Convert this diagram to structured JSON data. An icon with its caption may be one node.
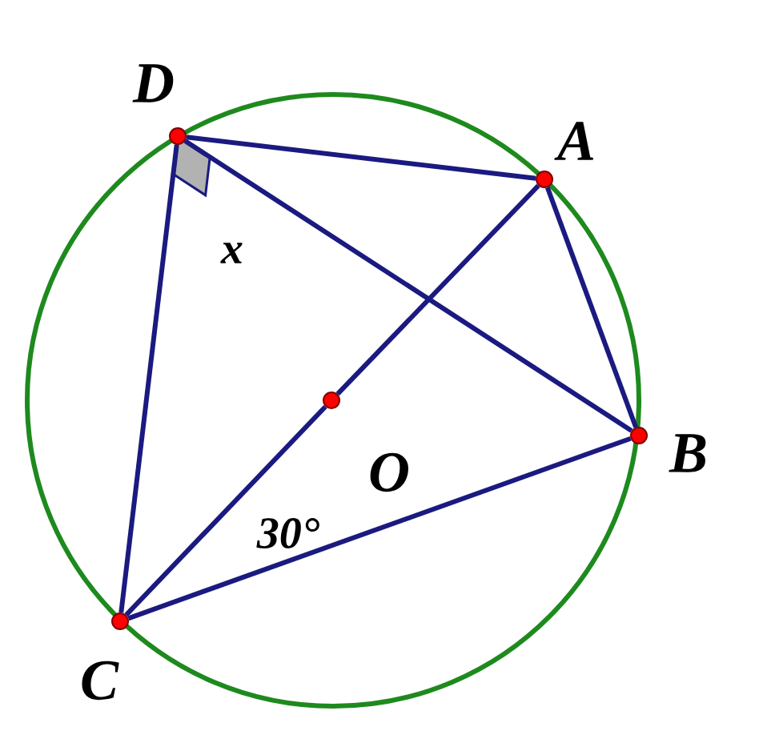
{
  "diagram": {
    "nodes": [
      {
        "text": [],
        "shape": "circle",
        "beside": [
          "D"
        ]
      },
      {
        "text": [],
        "shape": "circle",
        "beside": [
          "A"
        ]
      },
      {
        "text": [],
        "shape": "circle",
        "beside": [
          "B"
        ]
      },
      {
        "text": [],
        "shape": "circle",
        "beside": [
          "C"
        ]
      },
      {
        "text": [],
        "shape": "circle",
        "beside": [
          "O"
        ]
      }
    ],
    "edges": [
      {
        "from": 0,
        "to": 1,
        "arrow": "none"
      },
      {
        "from": 1,
        "to": 2,
        "arrow": "none"
      },
      {
        "from": 0,
        "to": 3,
        "arrow": "none"
      },
      {
        "from": 0,
        "to": 2,
        "arrow": "none"
      },
      {
        "from": 3,
        "to": 4,
        "arrow": "none"
      },
      {
        "from": 4,
        "to": 1,
        "arrow": "none"
      },
      {
        "from": 3,
        "to": 2,
        "arrow": "none"
      }
    ],
    "labels": [
      "x",
      "30°"
    ]
  }
}
